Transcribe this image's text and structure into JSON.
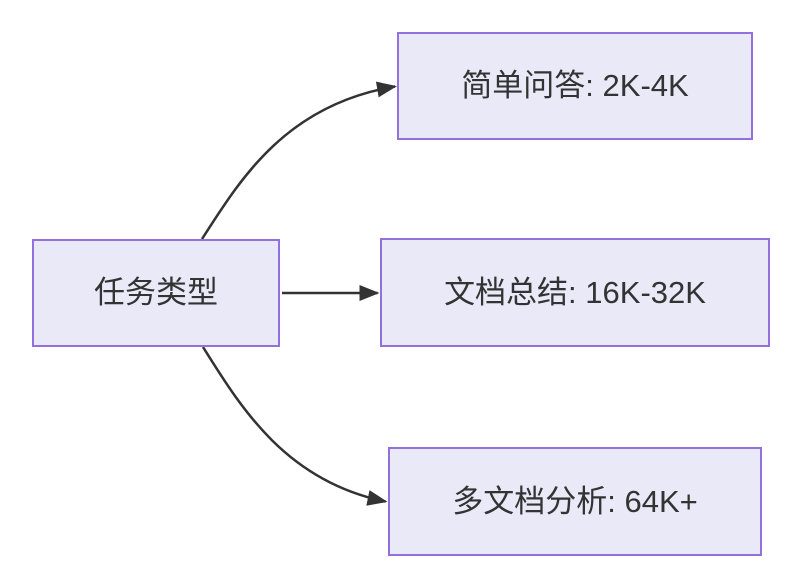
{
  "diagram": {
    "type": "flowchart-lr",
    "root": {
      "id": "task-type",
      "label": "任务类型"
    },
    "branches": [
      {
        "id": "simple-qa",
        "label": "简单问答: 2K-4K"
      },
      {
        "id": "doc-summary",
        "label": "文档总结: 16K-32K"
      },
      {
        "id": "multi-doc-analysis",
        "label": "多文档分析: 64K+"
      }
    ],
    "edges": [
      {
        "from": "task-type",
        "to": "simple-qa"
      },
      {
        "from": "task-type",
        "to": "doc-summary"
      },
      {
        "from": "task-type",
        "to": "multi-doc-analysis"
      }
    ],
    "colors": {
      "background": "#FFFFFF",
      "node_fill": "#E9E9F8",
      "node_border": "#9370DB",
      "edge": "#333333",
      "text": "#333333"
    }
  }
}
